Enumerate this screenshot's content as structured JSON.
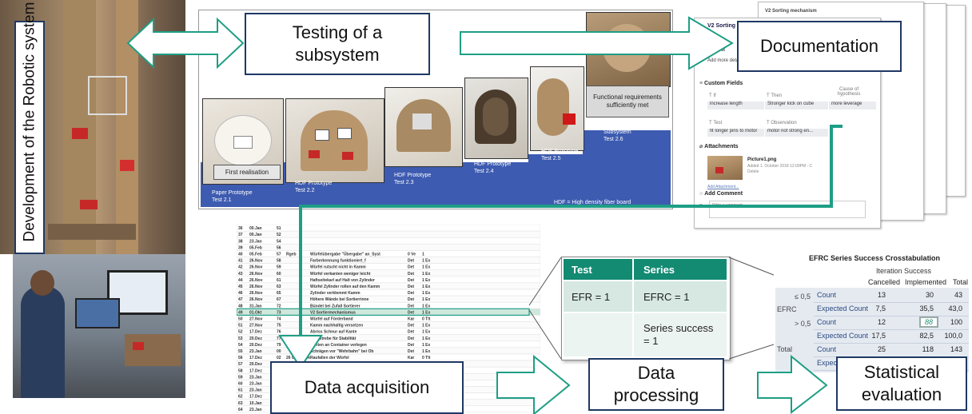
{
  "labels": {
    "development": "Development of the Robotic system",
    "testing": "Testing of a subsystem",
    "documentation": "Documentation",
    "data_acquisition": "Data acquisition",
    "data_processing": "Data processing",
    "statistical_evaluation": "Statistical evaluation"
  },
  "slide": {
    "first_realisation": "First realisation",
    "functional_requirements": "Functional requirements sufficiently met",
    "stages": [
      {
        "name": "Paper  Prototype",
        "test": "Test  2.1"
      },
      {
        "name": "HDF Prototype",
        "test": "Test  2.2"
      },
      {
        "name": "HDF Prototype",
        "test": "Test  2.3"
      },
      {
        "name": "HDF Prototype",
        "test": "Test  2.4"
      },
      {
        "name": "HDF Prototype",
        "test": "Test  2.5"
      },
      {
        "name": "Subsystem",
        "test": "Test  2.6"
      }
    ],
    "footnote": "HDF = High density  fiber  board"
  },
  "doc": {
    "title": "V2 Sorting mechanism",
    "sorting_label": "V2 Sorting",
    "description_label": "ription",
    "add_more": "Add more deta",
    "custom_fields": "Custom Fields",
    "if_label": "If",
    "then_label": "Then",
    "cause_label": "Cause of hypothesis",
    "if_value": "increase length",
    "then_value": "Stronger kick on cube",
    "cause_value": "more leverage",
    "test_label": "Test",
    "observation_label": "Observation",
    "test_value": "fit longer pins to motor",
    "observation_value": "motor not strong en...",
    "attachments": "Attachments",
    "file_name": "Picture1.png",
    "file_meta": "Added 1. October 2018 12:09PM - C",
    "file_delete": "Delete",
    "add_attachment": "Add Attachment...",
    "add_comment": "Add Comment",
    "comment_placeholder": "Write a comment..."
  },
  "series_table": {
    "headers": [
      "Test",
      "Series"
    ],
    "rows": [
      [
        "EFR = 1",
        "EFRC = 1"
      ],
      [
        "",
        "Series success = 1"
      ]
    ]
  },
  "crosstab": {
    "title": "EFRC Series Success Crosstabulation",
    "group_header": "Iteration Success",
    "col_headers": [
      "Cancelled",
      "Implemented",
      "Total"
    ],
    "row_var": "EFRC",
    "rows": [
      {
        "group": "≤ 0,5",
        "label": "Count",
        "values": [
          "13",
          "30",
          "43"
        ]
      },
      {
        "group": "",
        "label": "Expected Count",
        "values": [
          "7,5",
          "35,5",
          "43,0"
        ]
      },
      {
        "group": "> 0,5",
        "label": "Count",
        "values": [
          "12",
          "88",
          "100"
        ]
      },
      {
        "group": "",
        "label": "Expected Count",
        "values": [
          "17,5",
          "82,5",
          "100,0"
        ]
      },
      {
        "group": "Total",
        "label": "Count",
        "values": [
          "25",
          "118",
          "143"
        ]
      },
      {
        "group": "",
        "label": "Expected Count",
        "values": [
          "25,0",
          "118,0",
          "143,0"
        ]
      }
    ]
  },
  "spreadsheet": {
    "rows": [
      [
        "36",
        "00.Jan",
        "51",
        "",
        "",
        "",
        ""
      ],
      [
        "37",
        "00.Jan",
        "52",
        "",
        "",
        "",
        ""
      ],
      [
        "38",
        "23.Jan",
        "54",
        "",
        "",
        "",
        ""
      ],
      [
        "39",
        "05.Feb",
        "56",
        "",
        "",
        "",
        ""
      ],
      [
        "40",
        "05.Feb",
        "57",
        "Rgeb",
        "Würfelübergabe \"Übergabe\" an_Syst",
        "0 Ve",
        "1"
      ],
      [
        "41",
        "26.Nov",
        "58",
        "",
        "Farberkennung funktioniert_f",
        "Det",
        "1 Ex"
      ],
      [
        "42",
        "26.Nov",
        "59",
        "",
        "Würfel rutscht nicht in Kamm",
        "Det",
        "1 Ex"
      ],
      [
        "43",
        "26.Nov",
        "60",
        "",
        "Würfel verkanten weniger leicht",
        "Det",
        "1 Ex"
      ],
      [
        "44",
        "26.Nov",
        "61",
        "",
        "Haftseitekarl auf Halt von Zylinder",
        "Det",
        "1 Ex"
      ],
      [
        "45",
        "26.Nov",
        "63",
        "",
        "Würfel Zylinder rollen auf den Kamm",
        "Det",
        "1 Ex"
      ],
      [
        "46",
        "26.Nov",
        "65",
        "",
        "Zylinder verklemmt Kamm",
        "Det",
        "1 Ex"
      ],
      [
        "47",
        "26.Nov",
        "67",
        "",
        "Höhere Wände bei Sortierrinne",
        "Det",
        "1 Ex"
      ],
      [
        "48",
        "31.Jan",
        "72",
        "",
        "Bündel bei Zufall Sortierer",
        "Det",
        "1 Ex"
      ],
      [
        "49",
        "01.Okt",
        "73",
        "",
        "V2 Sortiermechanismus",
        "Det",
        "1 Ex"
      ],
      [
        "50",
        "27.Nov",
        "74",
        "",
        "Würfel auf Förderband",
        "Kar",
        "0 Tlt"
      ],
      [
        "51",
        "27.Nov",
        "75",
        "",
        "Kamm nachhaltig versetzen",
        "Det",
        "1 Ex"
      ],
      [
        "52",
        "17.Dez",
        "76",
        "",
        "Abriss Schnur auf Kante",
        "Det",
        "1 Ex"
      ],
      [
        "53",
        "20.Dez",
        "77",
        "",
        "Querstrebe für Stabilität",
        "Det",
        "1 Ex"
      ],
      [
        "54",
        "20.Dez",
        "79",
        "",
        "Kanten an Container verlegen",
        "Det",
        "1 Ex"
      ],
      [
        "55",
        "23.Jan",
        "00",
        "",
        "Schrägen vor \"Wehrbahn\" bei Ob",
        "Det",
        "1 Ex"
      ],
      [
        "56",
        "17.Dez",
        "02",
        "26 Übergabe",
        "Raufallen der Würfel",
        "Kar",
        "0 Tlt"
      ],
      [
        "57",
        "20.Dez",
        "",
        "",
        "",
        "",
        ""
      ],
      [
        "58",
        "17.Dez",
        "",
        "",
        "",
        "",
        ""
      ],
      [
        "59",
        "23.Jan",
        "",
        "",
        "",
        "",
        ""
      ],
      [
        "60",
        "23.Jan",
        "",
        "",
        "",
        "",
        ""
      ],
      [
        "61",
        "23.Jan",
        "",
        "",
        "",
        "",
        ""
      ],
      [
        "62",
        "17.Dez",
        "",
        "",
        "",
        "",
        ""
      ],
      [
        "63",
        "10.Jan",
        "",
        "",
        "",
        "",
        ""
      ],
      [
        "64",
        "23.Jan",
        "",
        "",
        "",
        "",
        ""
      ]
    ]
  },
  "colors": {
    "box_border": "#1f3864",
    "arrow_stroke": "#1e9e85",
    "teal_header": "#138a72",
    "teal_cell": "#1a9a7f",
    "slide_blue": "#3d5bb0"
  }
}
